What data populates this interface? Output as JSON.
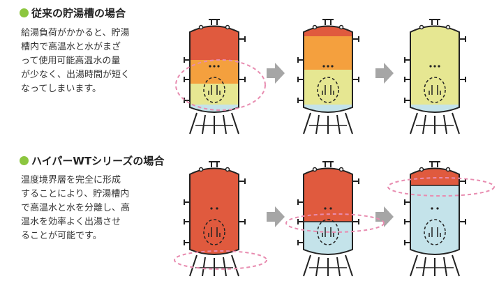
{
  "sections": [
    {
      "heading": "従来の貯湯槽の場合",
      "desc_lines": [
        "給湯負荷がかかると、貯湯",
        "槽内で高温水と水がまざ",
        "って使用可能高温水の量",
        "が少なく、出湯時間が短く",
        "なってしまいます。"
      ]
    },
    {
      "heading": "ハイパーWTシリーズの場合",
      "desc_lines": [
        "温度境界層を完全に形成",
        "することにより、貯湯槽内",
        "で高温水と水を分離し、高",
        "温水を効率よく出湯させ",
        "ることが可能です。"
      ]
    }
  ],
  "colors": {
    "hot": "#e05a3e",
    "warm": "#f4a03e",
    "mixed": "#e6e792",
    "cold": "#c4e3ea",
    "bullet": "#8cc63f",
    "arrow": "#a6a6a6",
    "highlight": "#e88cb0"
  }
}
